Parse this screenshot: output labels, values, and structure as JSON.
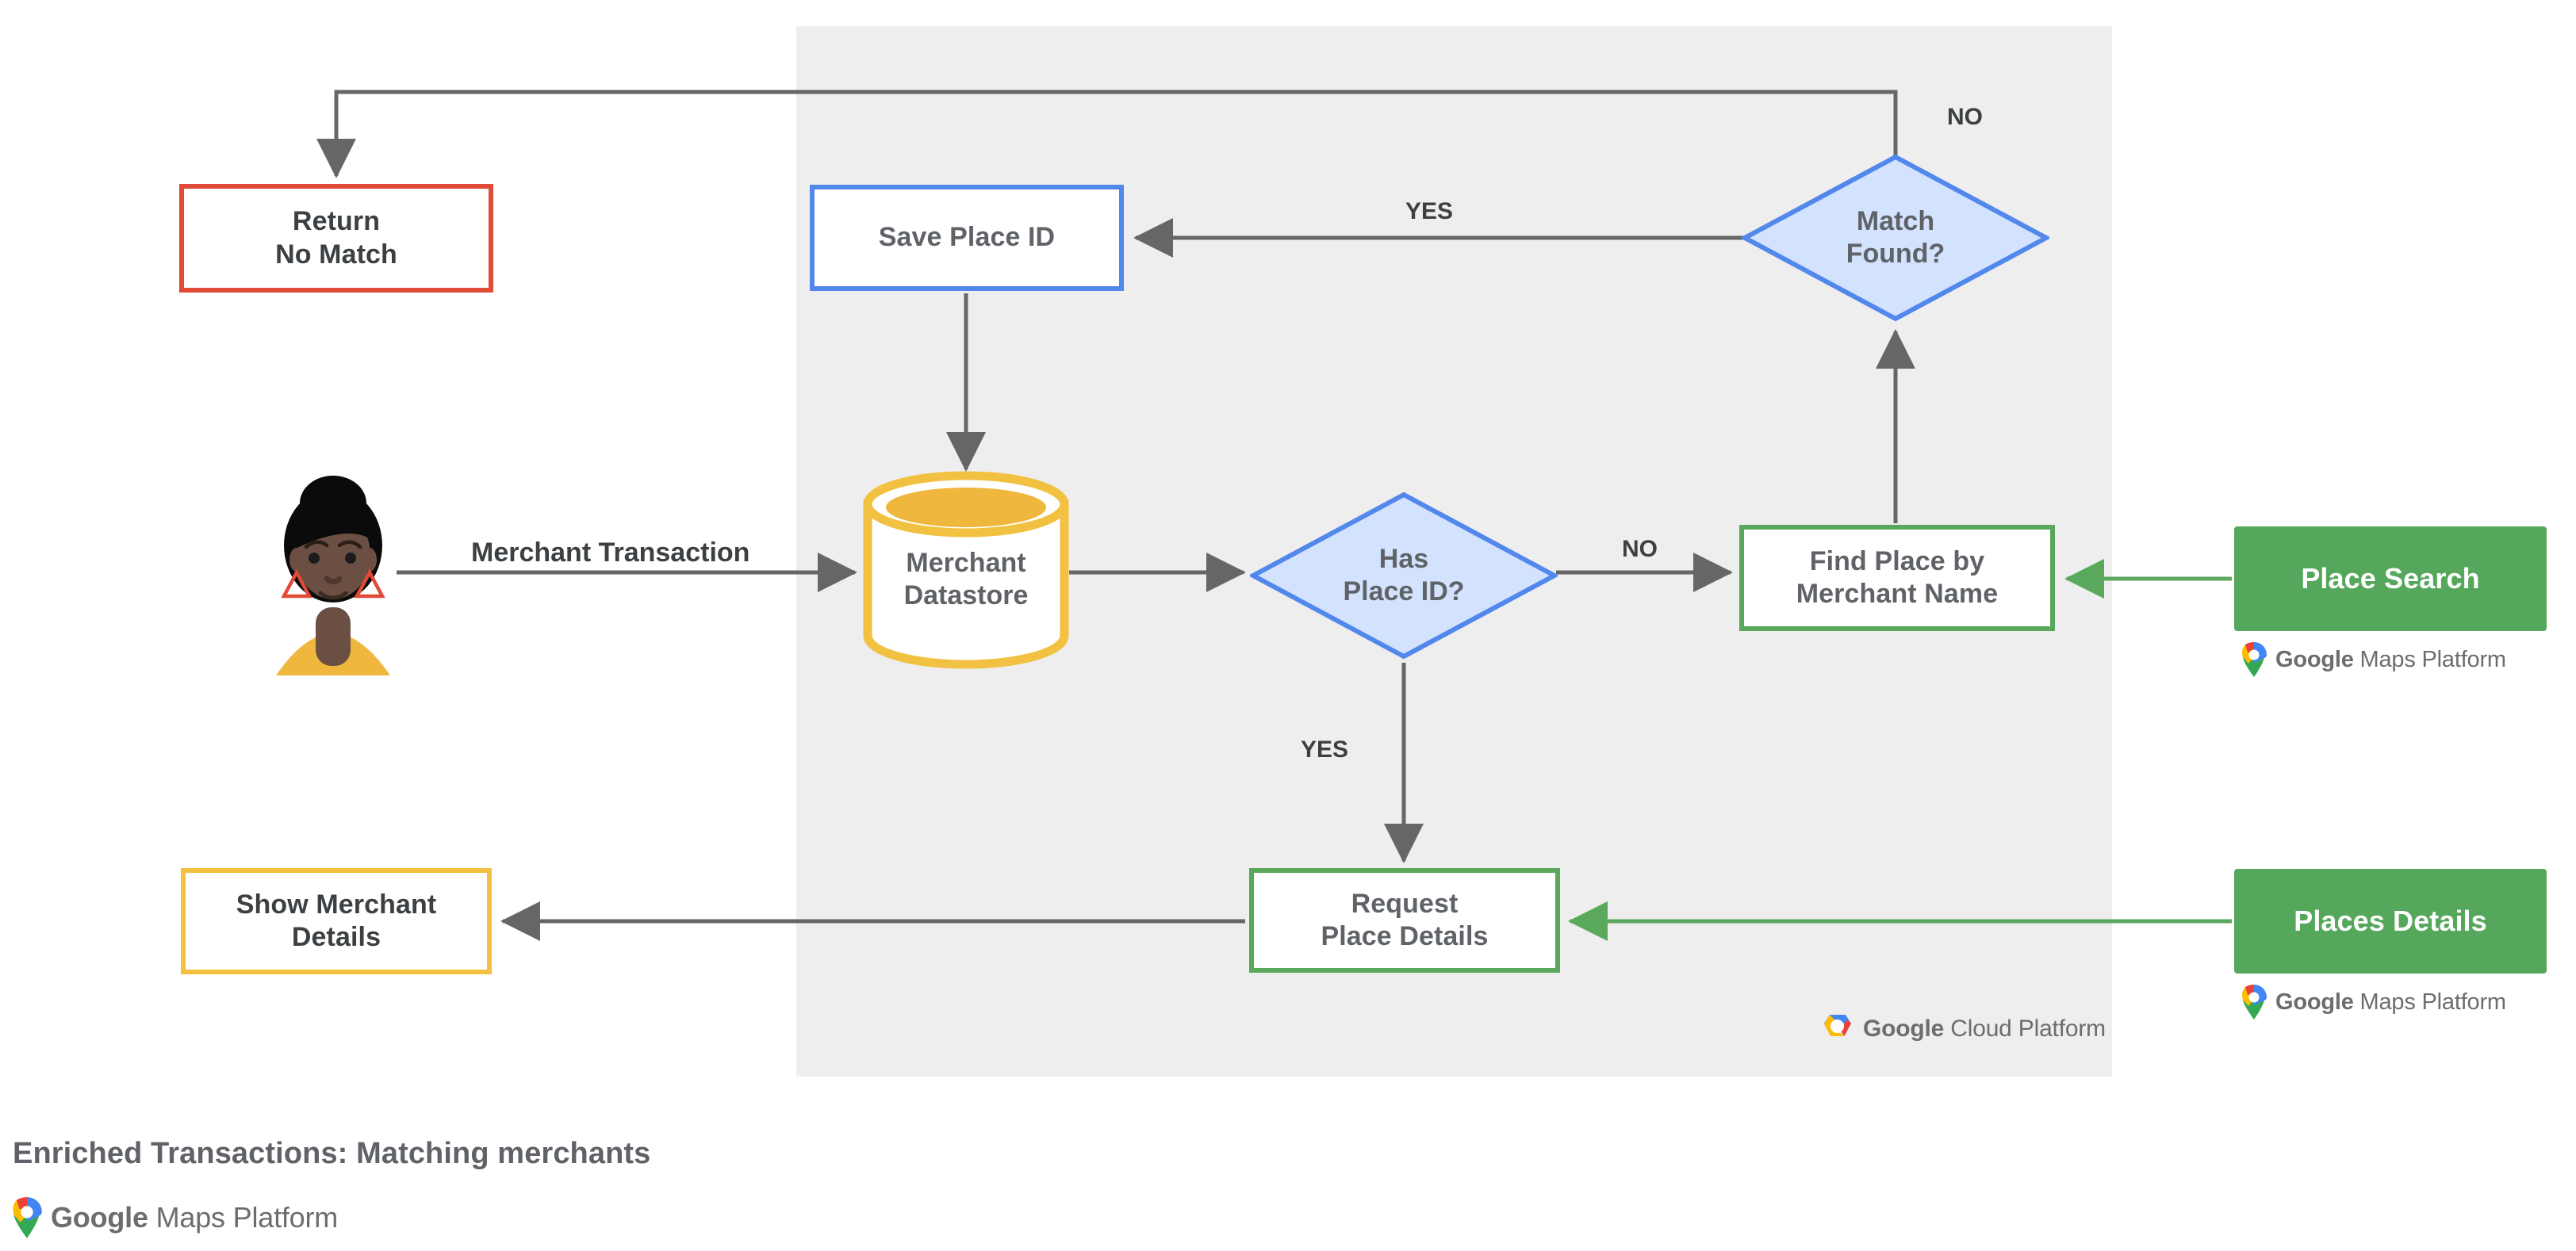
{
  "diagram": {
    "title": "Enriched Transactions: Matching merchants",
    "panel_label": "google-cloud-platform-region",
    "colors": {
      "panel_bg": "#eeeeee",
      "red": "#e04a37",
      "blue": "#5287ec",
      "blue_fill": "#d3e2fd",
      "green": "#5aa85c",
      "green_fill": "#55a75b",
      "amber": "#f2c141",
      "text": "#5f6368",
      "connector": "#666666"
    }
  },
  "nodes": {
    "return_no_match": {
      "label": "Return\nNo Match"
    },
    "save_place_id": {
      "label": "Save Place ID"
    },
    "match_found": {
      "label": "Match\nFound?"
    },
    "merchant_datastore": {
      "label": "Merchant\nDatastore"
    },
    "has_place_id": {
      "label": "Has\nPlace ID?"
    },
    "find_place_by_merchant_name": {
      "label": "Find Place by\nMerchant Name"
    },
    "place_search": {
      "label": "Place Search"
    },
    "request_place_details": {
      "label": "Request\nPlace Details"
    },
    "places_details": {
      "label": "Places Details"
    },
    "show_merchant_details": {
      "label": "Show Merchant\nDetails"
    }
  },
  "edge_labels": {
    "merchant_transaction": "Merchant Transaction",
    "match_found_no": "NO",
    "match_found_yes": "YES",
    "has_place_id_no": "NO",
    "has_place_id_yes": "YES"
  },
  "branding": {
    "maps": {
      "google": "Google",
      "product": "Maps Platform",
      "icon": "google-maps-pin-icon"
    },
    "cloud": {
      "google": "Google",
      "product": "Cloud Platform",
      "icon": "google-cloud-hexagon-icon"
    }
  },
  "avatar": {
    "name": "merchant-customer-avatar"
  }
}
